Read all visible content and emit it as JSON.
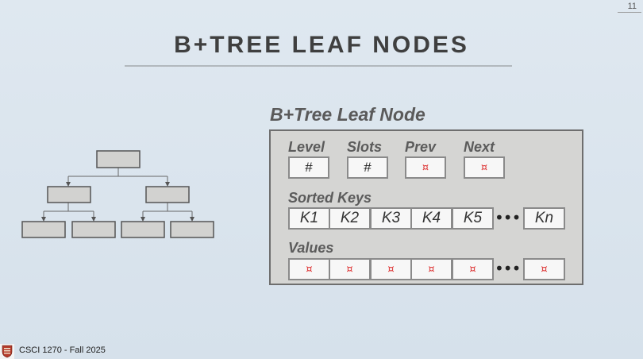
{
  "page_number": "11",
  "title": "B+TREE LEAF NODES",
  "leaf_node": {
    "heading": "B+Tree Leaf Node",
    "header_fields": [
      {
        "label": "Level",
        "value": "#"
      },
      {
        "label": "Slots",
        "value": "#"
      },
      {
        "label": "Prev",
        "value": "¤"
      },
      {
        "label": "Next",
        "value": "¤"
      }
    ],
    "sorted_keys": {
      "label": "Sorted Keys",
      "keys": [
        "K1",
        "K2",
        "K3",
        "K4",
        "K5"
      ],
      "last_key": "Kn",
      "ellipsis": "•••"
    },
    "values": {
      "label": "Values",
      "items": [
        "¤",
        "¤",
        "¤",
        "¤",
        "¤"
      ],
      "last_item": "¤",
      "ellipsis": "•••"
    }
  },
  "footer": {
    "course": "CSCI 1270 - Fall 2025"
  },
  "colors": {
    "background": "#dbe5ee",
    "pointer": "#dd3333",
    "node_fill": "#d5d5d3"
  }
}
